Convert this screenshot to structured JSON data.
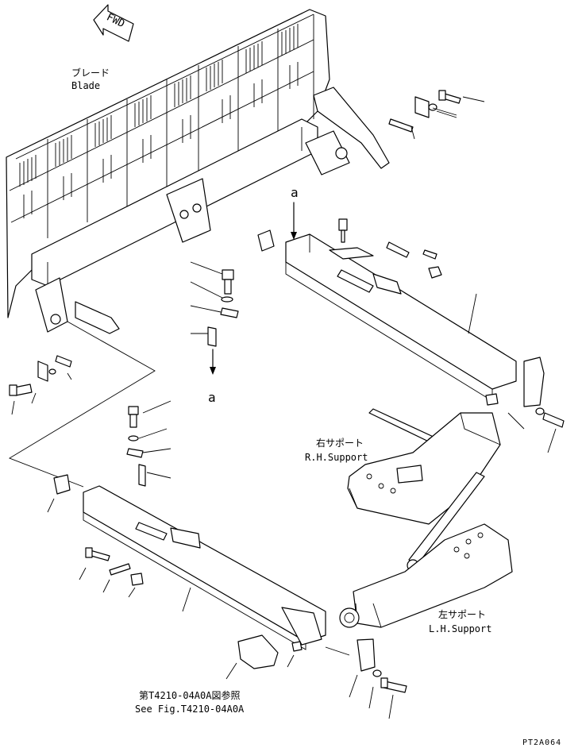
{
  "labels": {
    "fwd": "FWD",
    "blade_jp": "ブレード",
    "blade_en": "Blade",
    "marker_a_top": "a",
    "marker_a_bottom": "a",
    "rh_support_jp": "右サポート",
    "rh_support_en": "R.H.Support",
    "lh_support_jp": "左サポート",
    "lh_support_en": "L.H.Support",
    "see_fig_jp": "第T4210-04A0A図参照",
    "see_fig_en": "See Fig.T4210-04A0A",
    "drawing_code": "PT2A064"
  }
}
